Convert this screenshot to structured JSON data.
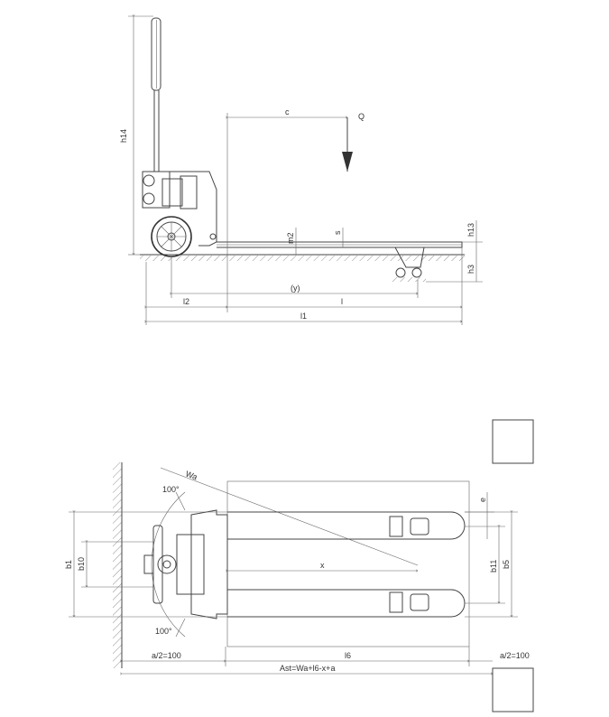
{
  "side_view": {
    "labels": {
      "h14": "h14",
      "c": "c",
      "Q": "Q",
      "m2": "m2",
      "s": "s",
      "h13": "h13",
      "h3": "h3",
      "y": "(y)",
      "l2": "l2",
      "l": "l",
      "l1": "l1"
    }
  },
  "top_view": {
    "labels": {
      "Wa": "Wa",
      "angle_top": "100°",
      "angle_bottom": "100°",
      "e": "e",
      "b1": "b1",
      "b10": "b10",
      "x": "x",
      "b11": "b11",
      "b5": "b5",
      "a2_left": "a/2=100",
      "l6": "l6",
      "a2_right": "a/2=100",
      "ast": "Ast=Wa+l6-x+a"
    }
  },
  "colors": {
    "line": "#444444",
    "hatch": "#777777",
    "background": "#ffffff"
  }
}
